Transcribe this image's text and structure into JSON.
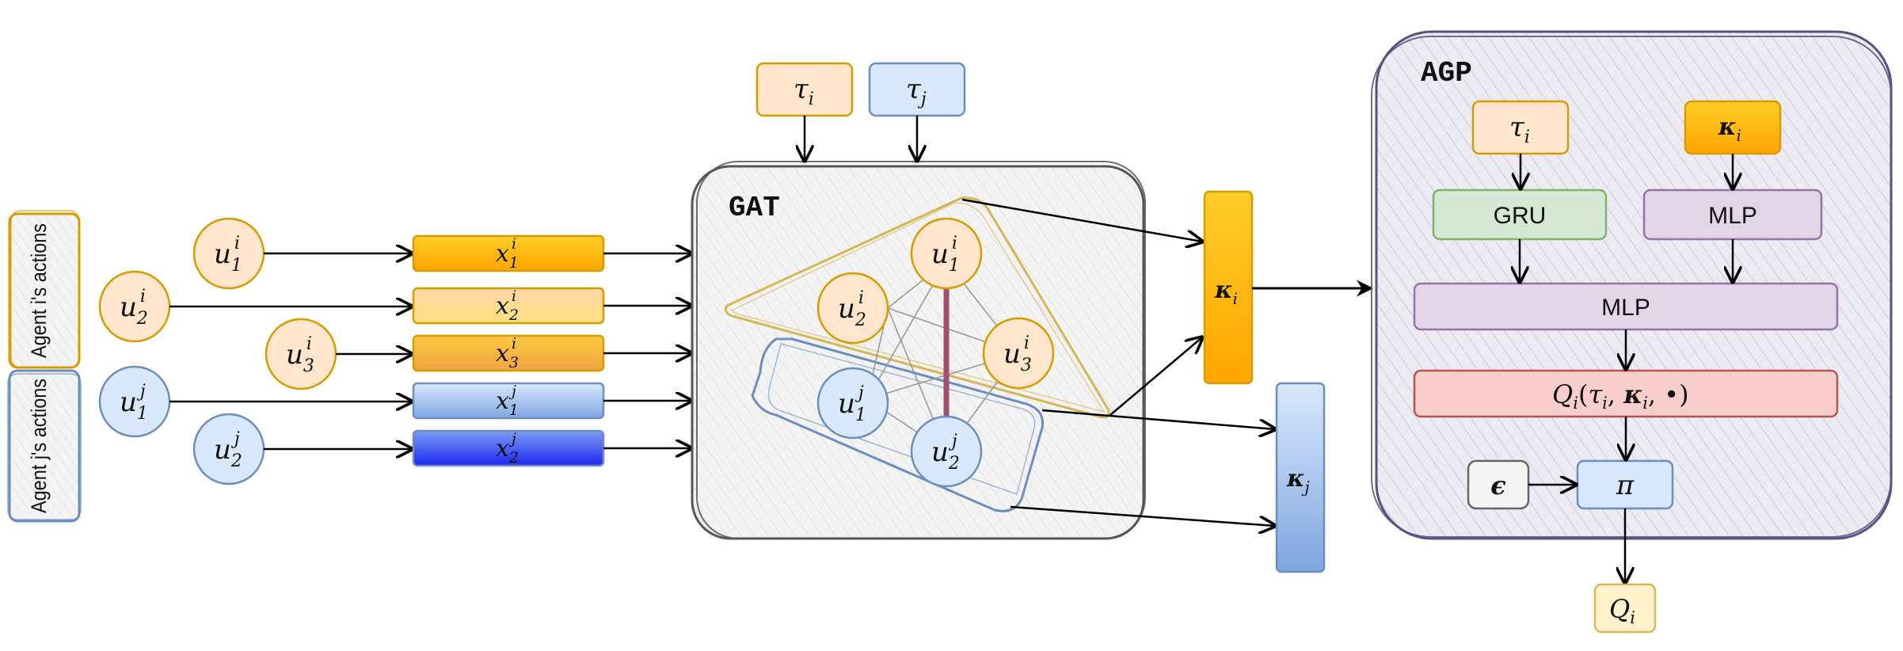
{
  "groups": {
    "agent_i": "Agent i's actions",
    "agent_j": "Agent j's actions"
  },
  "nodes": {
    "u1i": {
      "base": "u",
      "sub": "1",
      "sup": "i"
    },
    "u2i": {
      "base": "u",
      "sub": "2",
      "sup": "i"
    },
    "u3i": {
      "base": "u",
      "sub": "3",
      "sup": "i"
    },
    "u1j": {
      "base": "u",
      "sub": "1",
      "sup": "j"
    },
    "u2j": {
      "base": "u",
      "sub": "2",
      "sup": "j"
    }
  },
  "embeddings": {
    "x1i": {
      "base": "x",
      "sub": "1",
      "sup": "i"
    },
    "x2i": {
      "base": "x",
      "sub": "2",
      "sup": "i"
    },
    "x3i": {
      "base": "x",
      "sub": "3",
      "sup": "i"
    },
    "x1j": {
      "base": "x",
      "sub": "1",
      "sup": "j"
    },
    "x2j": {
      "base": "x",
      "sub": "2",
      "sup": "j"
    }
  },
  "gat": {
    "title": "GAT",
    "tau_i": {
      "base": "τ",
      "sub": "i"
    },
    "tau_j": {
      "base": "τ",
      "sub": "j"
    }
  },
  "kappa": {
    "i": {
      "base": "κ",
      "sub": "i"
    },
    "j": {
      "base": "κ",
      "sub": "j"
    }
  },
  "agp": {
    "title": "AGP",
    "tau_i": {
      "base": "τ",
      "sub": "i"
    },
    "kappa_i": {
      "base": "κ",
      "sub": "i"
    },
    "gru": "GRU",
    "mlp_top": "MLP",
    "mlp_wide": "MLP",
    "q_func": {
      "Q": "Q",
      "sub": "i",
      "args_open": "(",
      "tau": "τ",
      "tau_sub": "i",
      "comma1": ", ",
      "kappa": "κ",
      "kappa_sub": "i",
      "comma2": ", ",
      "dot": "•",
      "args_close": ")"
    },
    "epsilon": "ϵ",
    "pi": "π",
    "q_out": {
      "base": "Q",
      "sub": "i"
    }
  },
  "colors": {
    "orange_fill": "#FFE6CC",
    "orange_stroke": "#D79B00",
    "blue_fill": "#DAE8FC",
    "blue_stroke": "#6C8EBF",
    "green_fill": "#D5E8D4",
    "green_stroke": "#82B366",
    "purple_fill": "#E1D5E7",
    "purple_stroke": "#9673A6",
    "red_fill": "#F8CECC",
    "red_stroke": "#B85450",
    "yellow_fill": "#FFF2CC",
    "yellow_stroke": "#D6B656",
    "highlight_edge": "#A0506E"
  }
}
